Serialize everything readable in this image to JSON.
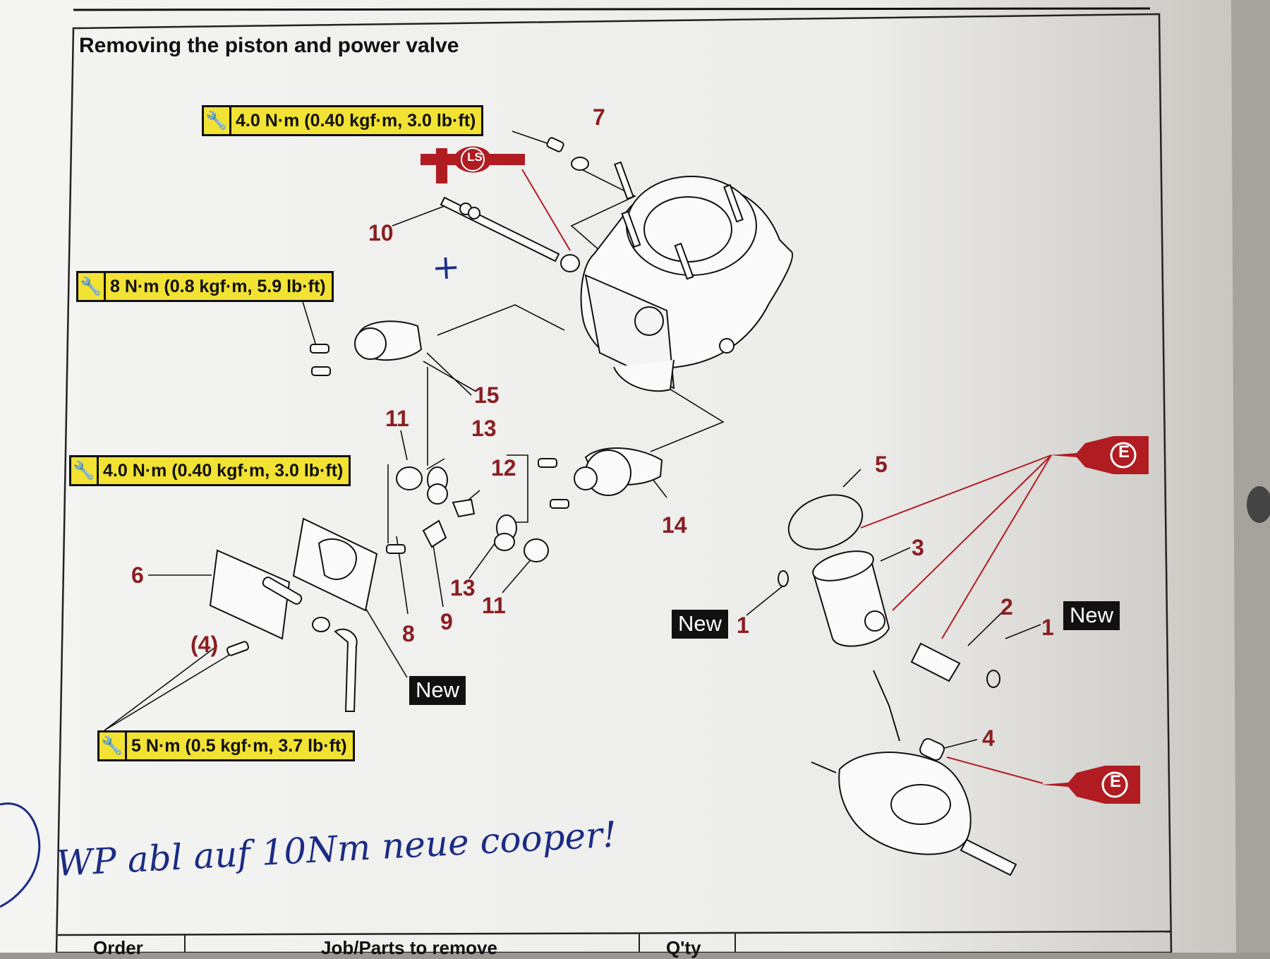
{
  "title": "Removing the piston and power valve",
  "torques": [
    {
      "label": "4.0 N·m (0.40 kgf·m, 3.0 lb·ft)"
    },
    {
      "label": "8 N·m (0.8 kgf·m, 5.9 lb·ft)"
    },
    {
      "label": "4.0 N·m (0.40 kgf·m, 3.0 lb·ft)"
    },
    {
      "label": "5 N·m (0.5 kgf·m, 3.7 lb·ft)"
    }
  ],
  "callouts": {
    "c7": "7",
    "c10": "10",
    "c15": "15",
    "c11a": "11",
    "c13a": "13",
    "c12": "12",
    "c14": "14",
    "c5": "5",
    "c3": "3",
    "c6": "6",
    "c4paren": "(4)",
    "c8": "8",
    "c9": "9",
    "c13b": "13",
    "c11b": "11",
    "c1a": "1",
    "c2": "2",
    "c1b": "1",
    "c4": "4"
  },
  "new_tag": "New",
  "ls_symbol": "LS",
  "e_symbol": "E",
  "handwriting": {
    "note": "WP abl auf 10Nm neue cooper!",
    "mark": "+"
  },
  "table_headers": [
    "Order",
    "Job/Parts to remove",
    "Q'ty"
  ],
  "colors": {
    "torque_bg": "#f2e233",
    "callout": "#8a1e22",
    "lube_symbol": "#b01c22",
    "ink": "#1b2c85",
    "paper": "#f3f3f1"
  }
}
